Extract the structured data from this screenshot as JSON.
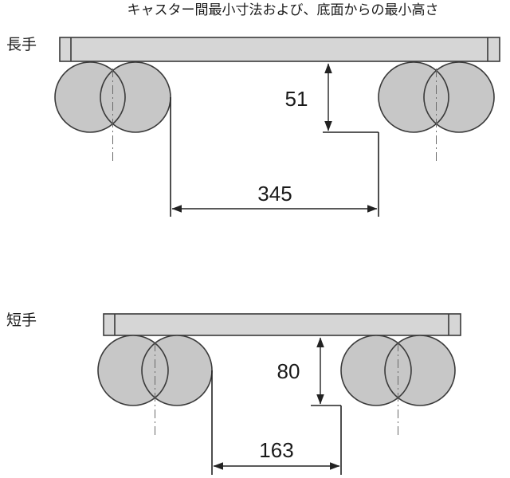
{
  "title": "キャスター間最小寸法および、底面からの最小高さ",
  "views": {
    "long_side": {
      "label": "長手",
      "min_height_from_bottom": "51",
      "min_caster_spacing": "345"
    },
    "short_side": {
      "label": "短手",
      "min_height_from_bottom": "80",
      "min_caster_spacing": "163"
    }
  }
}
